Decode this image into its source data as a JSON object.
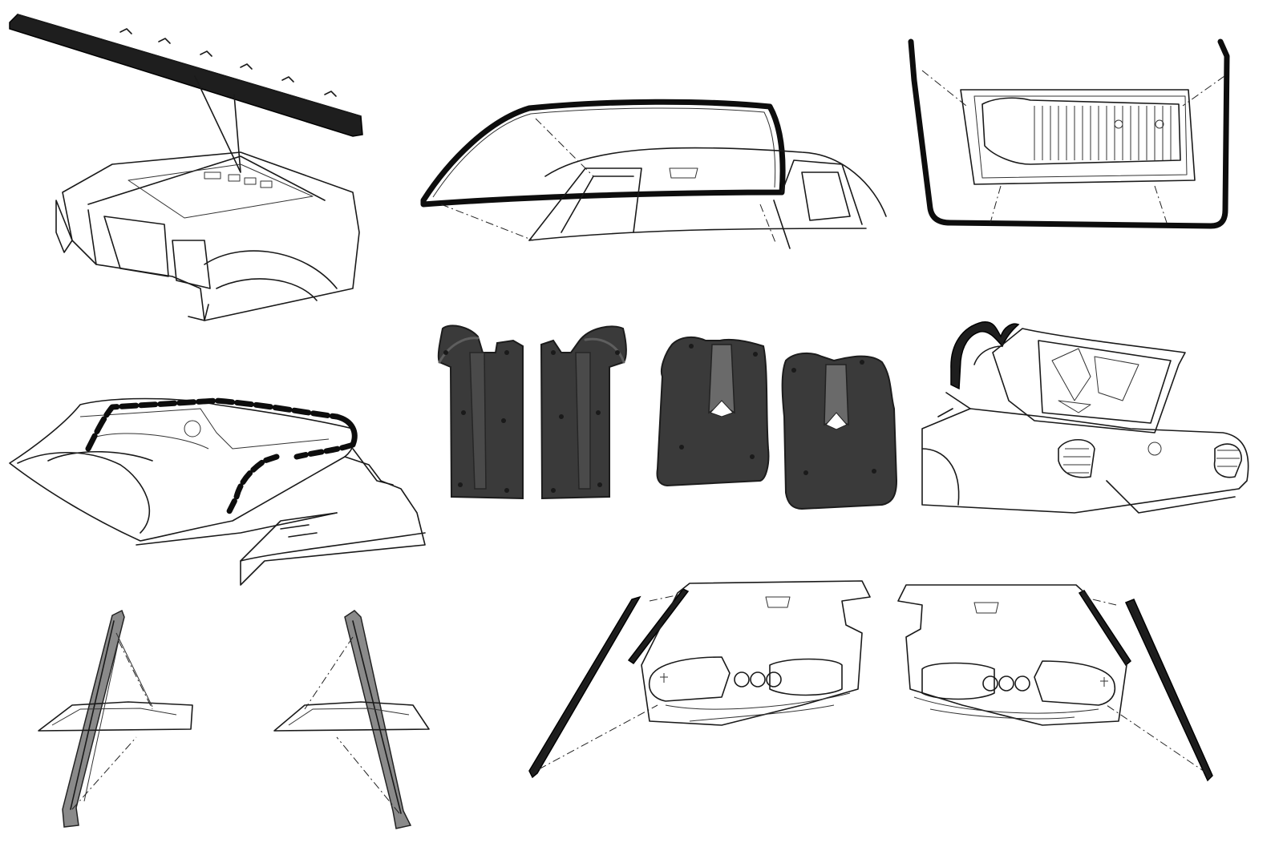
{
  "palette": {
    "background": "#ffffff",
    "line": "#1a1a1a",
    "rubber": "#3a3a3a"
  },
  "illustrations": [
    {
      "id": "roof-rail-weatherstrip",
      "icon": "roof-rail-weatherstrip-icon"
    },
    {
      "id": "windshield-seal",
      "icon": "windshield-seal-icon"
    },
    {
      "id": "door-weatherstrip",
      "icon": "door-weatherstrip-icon"
    },
    {
      "id": "rubber-splash-shields",
      "icon": "rubber-splash-shield-icon"
    },
    {
      "id": "trunk-lid-weatherstrip",
      "icon": "trunk-weatherstrip-icon"
    },
    {
      "id": "convertible-top-seals",
      "icon": "convertible-top-seal-icon"
    },
    {
      "id": "quarter-window-seals",
      "icon": "quarter-window-seal-icon"
    },
    {
      "id": "belt-line-weatherstrips",
      "icon": "belt-weatherstrip-icon"
    }
  ]
}
